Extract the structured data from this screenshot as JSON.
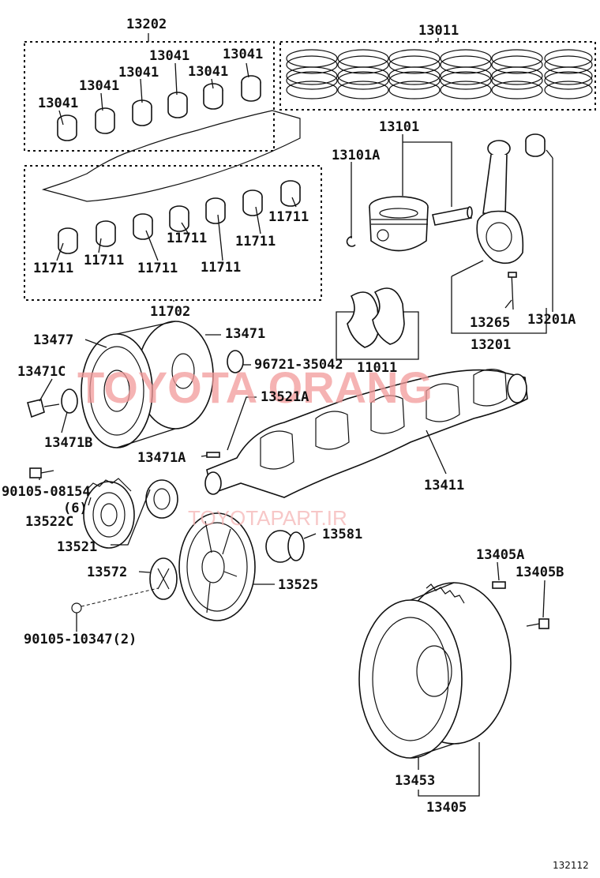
{
  "diagram": {
    "reference_number": "132112",
    "watermark": {
      "main": "TOYOTA ORANG",
      "url": "TOYOTAPART.IR"
    },
    "part_labels": [
      "13202",
      "13011",
      "13041",
      "13041",
      "13041",
      "13041",
      "13041",
      "13041",
      "13101",
      "13101A",
      "11711",
      "11711",
      "11711",
      "11711",
      "11711",
      "11711",
      "11711",
      "11702",
      "13265",
      "13201A",
      "13201",
      "13477",
      "13471",
      "96721-35042",
      "11011",
      "13471C",
      "13521A",
      "13471B",
      "13471A",
      "13411",
      "90105-08154",
      "(6)",
      "13522C",
      "13521",
      "13581",
      "13405A",
      "13405B",
      "13572",
      "13525",
      "90105-10347(2)",
      "13453",
      "13405"
    ]
  }
}
